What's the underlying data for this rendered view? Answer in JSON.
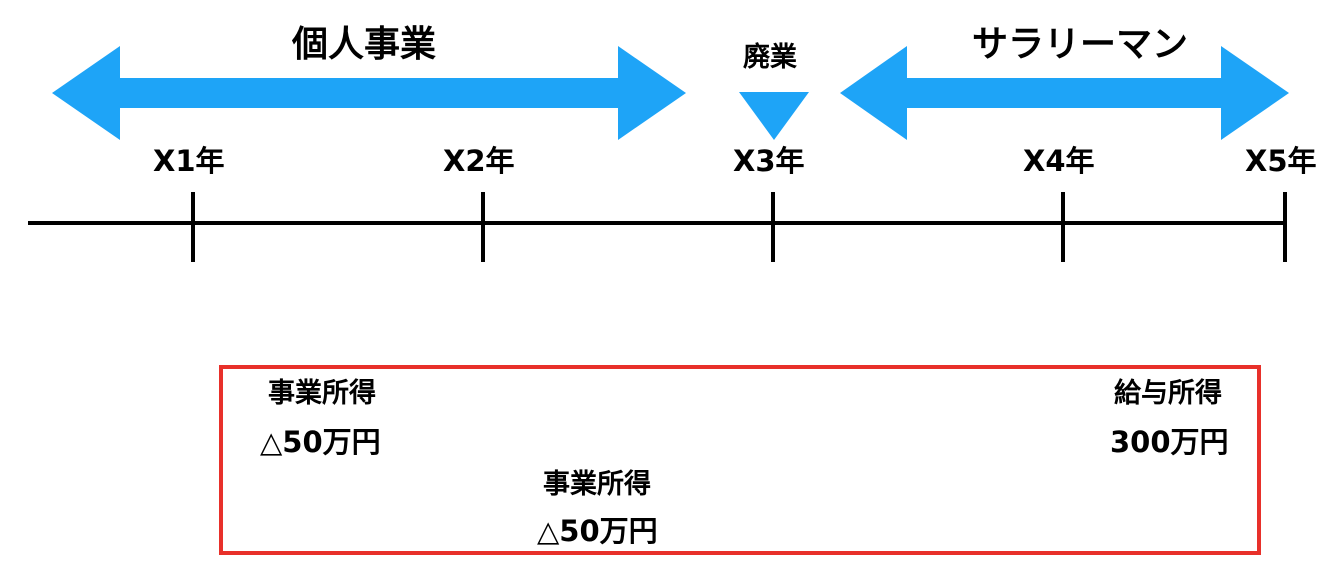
{
  "colors": {
    "arrow": "#1ea4f7",
    "timeline": "#000000",
    "box_border": "#e8302a"
  },
  "phases": {
    "self_employed": "個人事業",
    "retirement": "廃業",
    "salaried": "サラリーマン"
  },
  "years": [
    "X1年",
    "X2年",
    "X3年",
    "X4年",
    "X5年"
  ],
  "income_box": {
    "business_1": {
      "title": "事業所得",
      "value": "△50万円"
    },
    "business_2": {
      "title": "事業所得",
      "value": "△50万円"
    },
    "salary": {
      "title": "給与所得",
      "value": "300万円"
    }
  }
}
